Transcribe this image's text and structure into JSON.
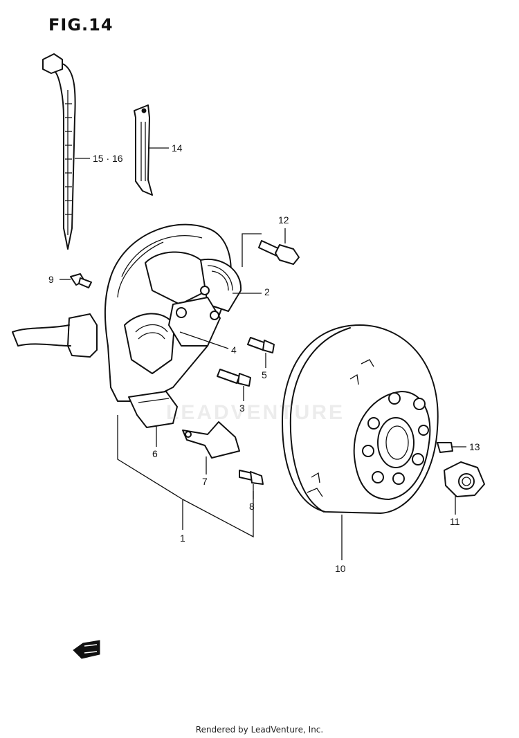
{
  "figure": {
    "title": "FIG.14",
    "footer": "Rendered by LeadVenture, Inc.",
    "watermark": "LEADVENTURE"
  },
  "callouts": [
    {
      "id": "15-16",
      "text": "15 · 16"
    },
    {
      "id": "14",
      "text": "14"
    },
    {
      "id": "12",
      "text": "12"
    },
    {
      "id": "9",
      "text": "9"
    },
    {
      "id": "2",
      "text": "2"
    },
    {
      "id": "4",
      "text": "4"
    },
    {
      "id": "5",
      "text": "5"
    },
    {
      "id": "3",
      "text": "3"
    },
    {
      "id": "6",
      "text": "6"
    },
    {
      "id": "7",
      "text": "7"
    },
    {
      "id": "8",
      "text": "8"
    },
    {
      "id": "1",
      "text": "1"
    },
    {
      "id": "13",
      "text": "13"
    },
    {
      "id": "11",
      "text": "11"
    },
    {
      "id": "10",
      "text": "10"
    }
  ],
  "icons": {
    "front-arrow": "front-direction-icon"
  }
}
